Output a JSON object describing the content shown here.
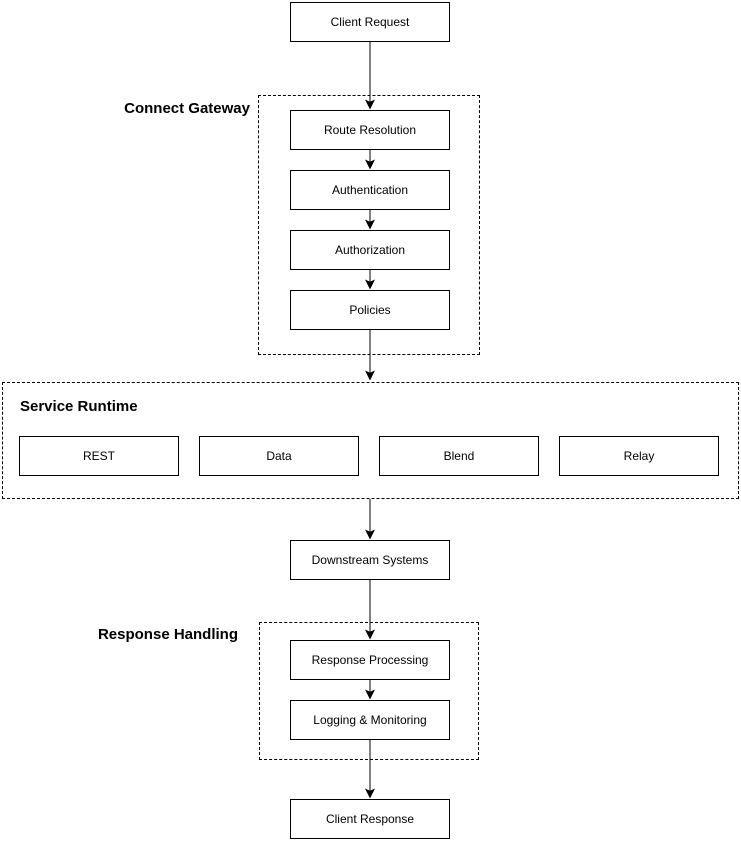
{
  "diagram": {
    "nodes": {
      "client_request": "Client Request",
      "route_resolution": "Route Resolution",
      "authentication": "Authentication",
      "authorization": "Authorization",
      "policies": "Policies",
      "rest": "REST",
      "data": "Data",
      "blend": "Blend",
      "relay": "Relay",
      "downstream_systems": "Downstream Systems",
      "response_processing": "Response Processing",
      "logging_monitoring": "Logging & Monitoring",
      "client_response": "Client Response"
    },
    "groups": {
      "connect_gateway": "Connect Gateway",
      "service_runtime": "Service Runtime",
      "response_handling": "Response Handling"
    },
    "colors": {
      "line": "#000000",
      "background": "#ffffff"
    }
  }
}
